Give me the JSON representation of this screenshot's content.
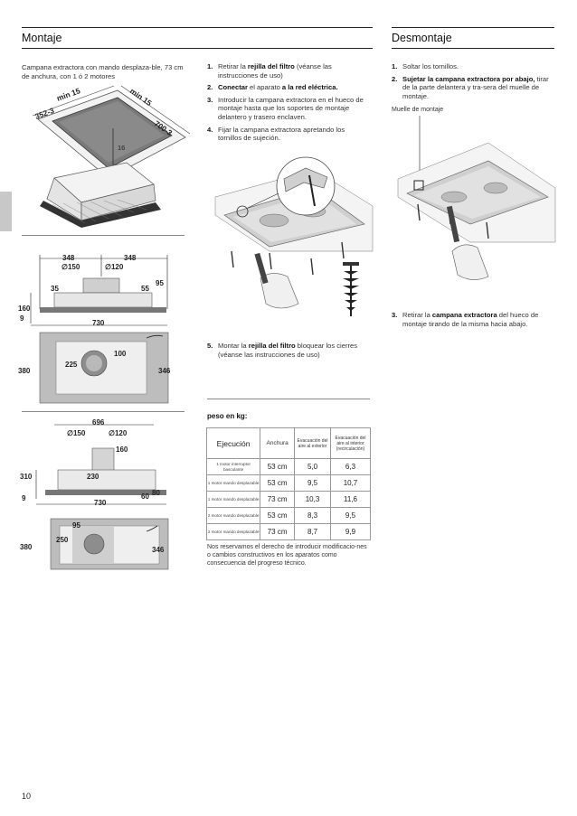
{
  "montaje": {
    "title": "Montaje",
    "intro": "Campana extractora con mando desplaza-ble, 73 cm de anchura, con 1 ó 2 motores",
    "steps": [
      {
        "num": "1.",
        "pre": "Retirar la ",
        "bold": "rejilla del filtro",
        "post": " (véanse las instrucciones de uso)"
      },
      {
        "num": "2.",
        "pre": "",
        "bold": "Conectar",
        "mid": " el aparato ",
        "bold2": "a la red eléctrica.",
        "post": ""
      },
      {
        "num": "3.",
        "pre": "Introducir la campana extractora en el hueco de montaje hasta que los soportes de montaje delantero y trasero enclaven.",
        "bold": "",
        "post": ""
      },
      {
        "num": "4.",
        "pre": "Fijar la campana extractora apretando los tornillos de sujeción.",
        "bold": "",
        "post": ""
      },
      {
        "num": "5.",
        "pre": "Montar la ",
        "bold": "rejilla del filtro",
        "post": " bloquear los cierres (véanse las instrucciones de uso)"
      }
    ],
    "dims1": {
      "min15a": "min 15",
      "min15b": "min 15",
      "d352": "352-3",
      "d700": "700-3",
      "d16": "16"
    },
    "dims2": {
      "d348a": "348",
      "d348b": "348",
      "d150": "∅150",
      "d120": "∅120",
      "d35": "35",
      "d55": "55",
      "d95": "95",
      "d160": "160",
      "d9": "9",
      "d730": "730",
      "d100": "100",
      "d225": "225",
      "d380": "380",
      "d346": "346"
    },
    "dims3": {
      "d696": "696",
      "d150": "∅150",
      "d120": "∅120",
      "d160": "160",
      "d310": "310",
      "d230": "230",
      "d9": "9",
      "d60": "60",
      "d80": "80",
      "d730": "730",
      "d95": "95",
      "d250": "250",
      "d380": "380",
      "d346": "346"
    }
  },
  "weights": {
    "title": "peso en kg:",
    "headers": {
      "ejecucion": "Ejecución",
      "anchura": "Anchura",
      "exterior": "Evacuación del aire al exterior",
      "interior": "Evacuación del aire al interior (recirculación)"
    },
    "rows": [
      {
        "desc": "1 motor interruptor basculante",
        "width": "53 cm",
        "ext": "5,0",
        "int": "6,3"
      },
      {
        "desc": "1 motor mando desplazable",
        "width": "53 cm",
        "ext": "9,5",
        "int": "10,7"
      },
      {
        "desc": "1 motor mando desplazable",
        "width": "73 cm",
        "ext": "10,3",
        "int": "11,6"
      },
      {
        "desc": "2 motor mando desplazable",
        "width": "53 cm",
        "ext": "8,3",
        "int": "9,5"
      },
      {
        "desc": "2 motor mando desplazable",
        "width": "73 cm",
        "ext": "8,7",
        "int": "9,9"
      }
    ],
    "note": "Nos reservamos el derecho de introducir modificacio-nes o cambios constructivos en los aparatos como consecuencia del progreso técnico."
  },
  "desmontaje": {
    "title": "Desmontaje",
    "steps": [
      {
        "num": "1.",
        "pre": "Soltar los tornillos.",
        "bold": "",
        "post": ""
      },
      {
        "num": "2.",
        "pre": "",
        "bold": "Sujetar la campana extractora por abajo,",
        "post": " tirar de la parte delantera y tra-sera del muelle de montaje."
      },
      {
        "num": "3.",
        "pre": "Retirar la ",
        "bold": "campana extractora",
        "post": " del hueco de montaje tirando de la misma hacia abajo."
      }
    ],
    "muelle_label": "Muelle de montaje"
  },
  "page_number": "10"
}
